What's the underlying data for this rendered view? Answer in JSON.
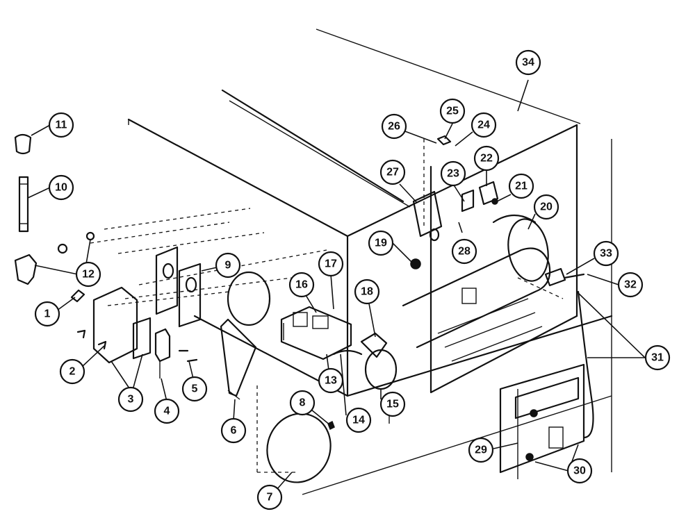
{
  "callouts": [
    {
      "id": "1",
      "label": "1"
    },
    {
      "id": "2",
      "label": "2"
    },
    {
      "id": "3",
      "label": "3"
    },
    {
      "id": "4",
      "label": "4"
    },
    {
      "id": "5",
      "label": "5"
    },
    {
      "id": "6",
      "label": "6"
    },
    {
      "id": "7",
      "label": "7"
    },
    {
      "id": "8",
      "label": "8"
    },
    {
      "id": "9",
      "label": "9"
    },
    {
      "id": "10",
      "label": "10"
    },
    {
      "id": "11",
      "label": "11"
    },
    {
      "id": "12",
      "label": "12"
    },
    {
      "id": "13",
      "label": "13"
    },
    {
      "id": "14",
      "label": "14"
    },
    {
      "id": "15",
      "label": "15"
    },
    {
      "id": "16",
      "label": "16"
    },
    {
      "id": "17",
      "label": "17"
    },
    {
      "id": "18",
      "label": "18"
    },
    {
      "id": "19",
      "label": "19"
    },
    {
      "id": "20",
      "label": "20"
    },
    {
      "id": "21",
      "label": "21"
    },
    {
      "id": "22",
      "label": "22"
    },
    {
      "id": "23",
      "label": "23"
    },
    {
      "id": "24",
      "label": "24"
    },
    {
      "id": "25",
      "label": "25"
    },
    {
      "id": "26",
      "label": "26"
    },
    {
      "id": "27",
      "label": "27"
    },
    {
      "id": "28",
      "label": "28"
    },
    {
      "id": "29",
      "label": "29"
    },
    {
      "id": "30",
      "label": "30"
    },
    {
      "id": "31",
      "label": "31"
    },
    {
      "id": "32",
      "label": "32"
    },
    {
      "id": "33",
      "label": "33"
    },
    {
      "id": "34",
      "label": "34"
    }
  ],
  "colors": {
    "ink": "#111111",
    "paper": "#ffffff"
  }
}
